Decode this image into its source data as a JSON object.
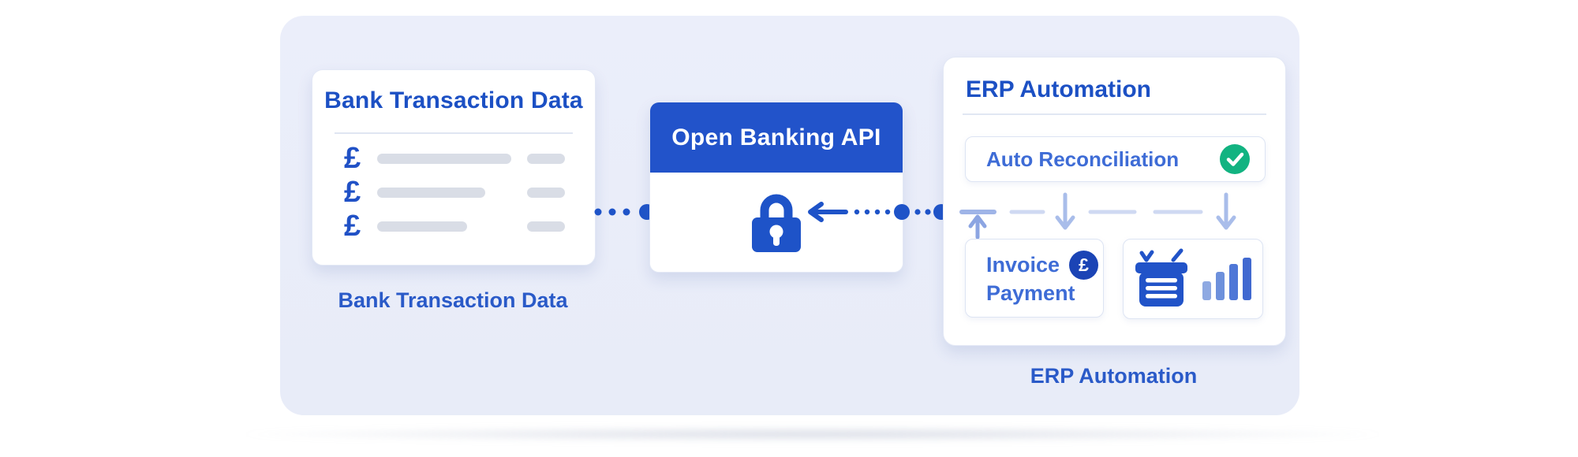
{
  "left_card": {
    "title": "Bank Transaction Data",
    "rows": [
      {
        "symbol": "£"
      },
      {
        "symbol": "£"
      },
      {
        "symbol": "£"
      }
    ],
    "caption": "Bank Transaction Data"
  },
  "api_box": {
    "title": "Open Banking API",
    "icon": "lock-icon"
  },
  "erp_card": {
    "title": "ERP Automation",
    "auto_reconciliation_label": "Auto Reconciliation",
    "status_icon": "green-check-icon",
    "invoice_line1": "Invoice",
    "invoice_line2": "Payment",
    "coin_symbol": "£",
    "icons": [
      "receipt-printer-icon",
      "bar-chart-icon"
    ],
    "caption": "ERP Automation"
  },
  "colors": {
    "accent_blue": "#1e53c8",
    "header_blue": "#2253ca",
    "title_blue": "#1c50c4",
    "medium_text_blue": "#3e6cd6",
    "caption_blue": "#2a5ac8",
    "coin_navy": "#1b44b5",
    "success_green": "#12b381",
    "light_arrow_blue": "#a9bdea",
    "dash_blue": "#cfd9f2",
    "placeholder_gray": "#d9dde6",
    "panel_lavender": "#eaedf9"
  }
}
